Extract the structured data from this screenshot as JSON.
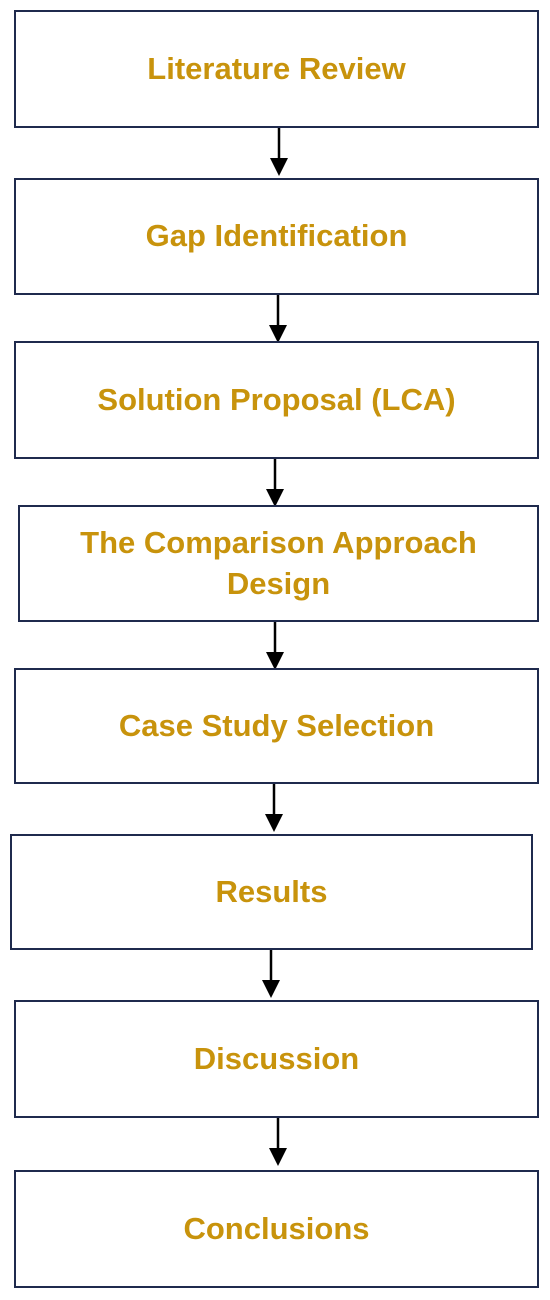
{
  "colors": {
    "box_border": "#1f2a4d",
    "label_text": "#c8930c",
    "arrow": "#000000"
  },
  "steps": [
    {
      "label": "Literature Review"
    },
    {
      "label": "Gap Identification"
    },
    {
      "label": "Solution Proposal (LCA)"
    },
    {
      "label": "The Comparison Approach Design"
    },
    {
      "label": "Case Study Selection"
    },
    {
      "label": "Results"
    },
    {
      "label": "Discussion"
    },
    {
      "label": "Conclusions"
    }
  ]
}
